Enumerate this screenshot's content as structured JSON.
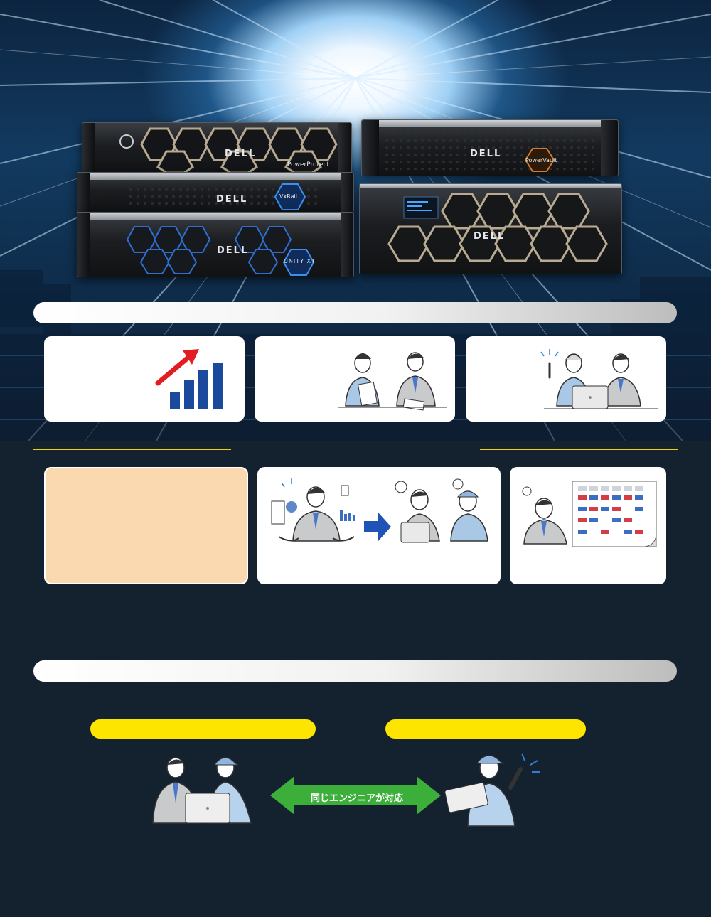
{
  "products": {
    "server_1_brand": "DELL",
    "server_1_model": "PowerProtect",
    "server_2_brand": "DELL",
    "server_2_model": "VxRail",
    "server_3_brand": "DELL",
    "server_3_model": "UNITY XT",
    "server_4_brand": "DELL",
    "server_4_model": "PowerVault",
    "server_5_brand": "DELL"
  },
  "support_flow": {
    "arrow_label": "同じエンジニアが対応"
  },
  "colors": {
    "background": "#14212f",
    "accent_yellow": "#fde500",
    "arrow_green": "#3cae3a",
    "chart_blue": "#1b4a9c",
    "chart_red": "#e21c23",
    "highlight_card": "#fbd9b0"
  }
}
